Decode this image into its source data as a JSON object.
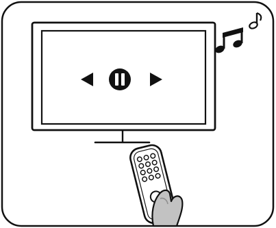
{
  "illustration": {
    "content": "",
    "palette": {
      "ink": "#111111",
      "hand": "#c2c2c2",
      "hand_shadow": "#8f8f8f",
      "paper": "#ffffff"
    }
  },
  "tv_screen": {
    "controls": [
      {
        "icon": "previous-triangle-icon",
        "direction": "left"
      },
      {
        "icon": "pause-circle-icon",
        "state": "paused"
      },
      {
        "icon": "next-triangle-icon",
        "direction": "right"
      }
    ]
  },
  "audio_indicator": {
    "icons": [
      "beamed-notes-icon",
      "single-note-icon"
    ]
  },
  "remote": {
    "keypad_rows": 4,
    "keypad_cols": 3
  }
}
